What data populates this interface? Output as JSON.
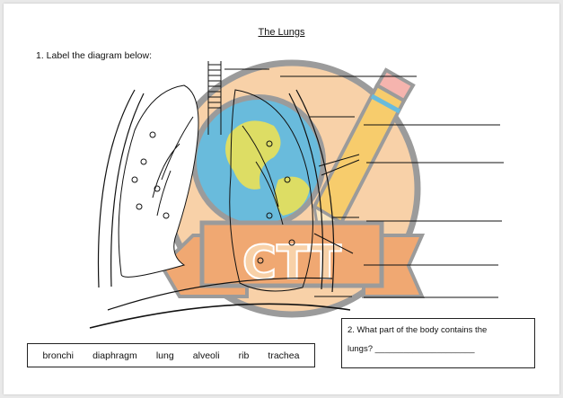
{
  "worksheet": {
    "title": "The Lungs",
    "question1": "1. Label the diagram below:",
    "word_bank": [
      "bronchi",
      "diaphragm",
      "lung",
      "alveoli",
      "rib",
      "trachea"
    ],
    "question2_line1": "2. What part of the body contains the",
    "question2_line2": "lungs? _____________________"
  },
  "watermark": {
    "text": "CTT",
    "colors": {
      "circle": "#f7c99a",
      "ring": "#8a8a8a",
      "globe": "#4fb0d6",
      "land": "#d8d84a",
      "banner": "#ee9a5a",
      "pencil": "#f6c453"
    }
  }
}
